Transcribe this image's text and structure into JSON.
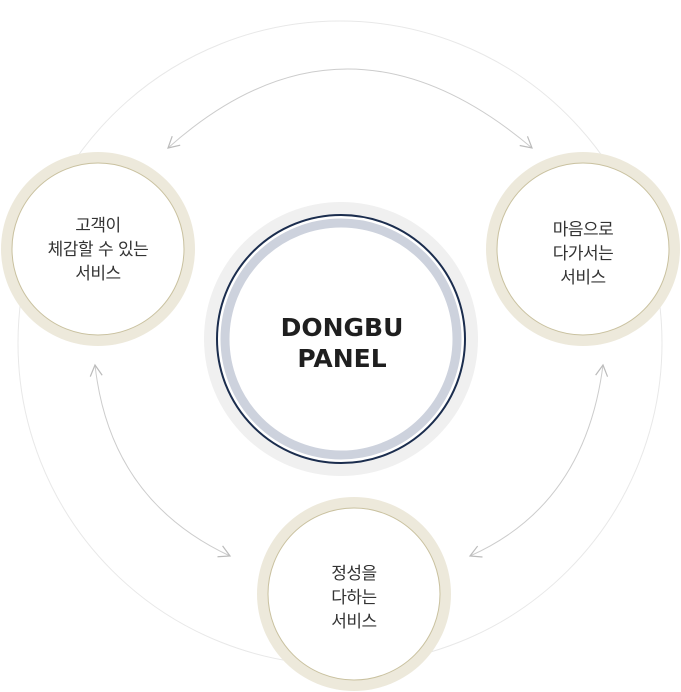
{
  "center": {
    "line1": "DONGBU",
    "line2": "PANEL"
  },
  "nodes": {
    "left": {
      "lines": [
        "고객이",
        "체감할 수 있는",
        "서비스"
      ]
    },
    "right": {
      "lines": [
        "마음으로",
        "다가서는",
        "서비스"
      ]
    },
    "bottom": {
      "lines": [
        "정성을",
        "다하는",
        "서비스"
      ]
    }
  },
  "colors": {
    "navy": "#1b2d4e",
    "center_ring": "#c9cfdb",
    "node_ring": "#ece9dc",
    "node_border": "#c7bf9c",
    "arrow": "#cccccc",
    "big_circle": "#e6e6e6"
  }
}
